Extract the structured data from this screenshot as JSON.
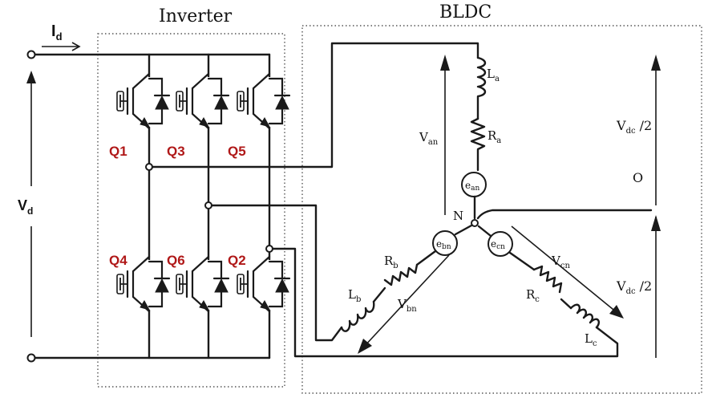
{
  "titles": {
    "inverter": "Inverter",
    "bldc": "BLDC"
  },
  "source": {
    "current": "I",
    "current_sub": "d",
    "voltage": "V",
    "voltage_sub": "d"
  },
  "switches": {
    "q1": "Q1",
    "q3": "Q3",
    "q5": "Q5",
    "q4": "Q4",
    "q6": "Q6",
    "q2": "Q2",
    "label_color": "#b01818"
  },
  "motor": {
    "la": "L",
    "la_sub": "a",
    "ra": "R",
    "ra_sub": "a",
    "van": "V",
    "van_sub": "an",
    "ean": "e",
    "ean_sub": "an",
    "neutral": "N",
    "ebn": "e",
    "ebn_sub": "bn",
    "ecn": "e",
    "ecn_sub": "cn",
    "rb": "R",
    "rb_sub": "b",
    "lb": "L",
    "lb_sub": "b",
    "vbn": "V",
    "vbn_sub": "bn",
    "vcn": "V",
    "vcn_sub": "cn",
    "rc": "R",
    "rc_sub": "c",
    "lc": "L",
    "lc_sub": "c",
    "vdc_top": "V",
    "vdc_top_sub": "dc",
    "vdc_top_tail": " /2",
    "midpoint": "O",
    "vdc_bot": "V",
    "vdc_bot_sub": "dc",
    "vdc_bot_tail": " /2"
  }
}
